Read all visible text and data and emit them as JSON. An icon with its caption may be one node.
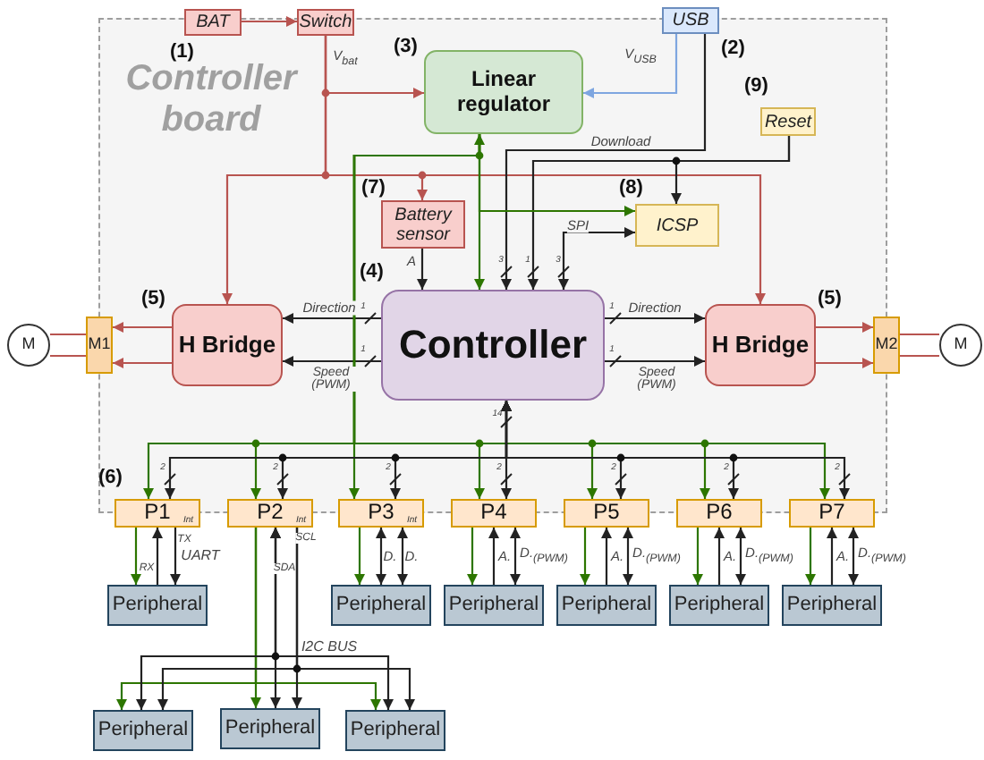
{
  "diagram": {
    "nodes": [
      {
        "text": [
          "Controller board"
        ]
      },
      {
        "text": [
          "BAT"
        ],
        "beside": [
          "(1)"
        ]
      },
      {
        "text": [
          "Switch"
        ]
      },
      {
        "text": [
          "USB"
        ],
        "beside": [
          "(2)"
        ]
      },
      {
        "text": [
          "Linear regulator"
        ],
        "in": 0,
        "beside": [
          "(3)"
        ]
      },
      {
        "text": [
          "Reset"
        ],
        "in": 0,
        "beside": [
          "(9)"
        ]
      },
      {
        "text": [
          "Battery sensor"
        ],
        "in": 0,
        "beside": [
          "(7)"
        ]
      },
      {
        "text": [
          "ICSP"
        ],
        "in": 0,
        "beside": [
          "(8)"
        ]
      },
      {
        "text": [
          "H Bridge"
        ],
        "in": 0,
        "beside": [
          "(5)"
        ]
      },
      {
        "text": [
          "Controller"
        ],
        "in": 0,
        "beside": [
          "(4)"
        ]
      },
      {
        "text": [
          "H Bridge"
        ],
        "in": 0,
        "beside": [
          "(5)"
        ]
      },
      {
        "text": [
          "M"
        ]
      },
      {
        "text": [
          "M1"
        ]
      },
      {
        "text": [
          "M2"
        ]
      },
      {
        "text": [
          "M"
        ]
      },
      {
        "text": [
          "P1",
          "Int"
        ],
        "beside": [
          "(6)"
        ]
      },
      {
        "text": [
          "P2",
          "Int"
        ]
      },
      {
        "text": [
          "P3",
          "Int"
        ]
      },
      {
        "text": [
          "P4"
        ]
      },
      {
        "text": [
          "P5"
        ]
      },
      {
        "text": [
          "P6"
        ]
      },
      {
        "text": [
          "P7"
        ]
      },
      {
        "text": [
          "Peripheral"
        ]
      },
      {
        "text": [
          "Peripheral"
        ]
      },
      {
        "text": [
          "Peripheral"
        ]
      },
      {
        "text": [
          "Peripheral"
        ]
      },
      {
        "text": [
          "Peripheral"
        ]
      },
      {
        "text": [
          "Peripheral"
        ]
      },
      {
        "text": [
          "Peripheral"
        ]
      },
      {
        "text": [
          "Peripheral"
        ]
      },
      {
        "text": [
          "Peripheral"
        ]
      }
    ],
    "edges": [
      {
        "from": 1,
        "to": 2,
        "arrow": "to",
        "color": "#b85450"
      },
      {
        "from": 2,
        "to": 4,
        "arrow": "to",
        "color": "#b85450",
        "label": "V$_{bat}$"
      },
      {
        "from": 2,
        "to": 6,
        "arrow": "to",
        "color": "#b85450"
      },
      {
        "from": 2,
        "to": 8,
        "arrow": "to",
        "color": "#b85450"
      },
      {
        "from": 2,
        "to": 10,
        "arrow": "to",
        "color": "#b85450"
      },
      {
        "from": 3,
        "to": 4,
        "arrow": "to",
        "color": "#7ea6e0",
        "label": "V$_{USB}$"
      },
      {
        "from": 3,
        "to": 9,
        "arrow": "to",
        "label": "Download"
      },
      {
        "from": 5,
        "to": 9,
        "arrow": "to"
      },
      {
        "from": 5,
        "to": 7,
        "arrow": "to"
      },
      {
        "from": 9,
        "to": 7,
        "arrow": "both",
        "label": "SPI"
      },
      {
        "from": 4,
        "to": 9,
        "arrow": "to",
        "color": "#2d7600"
      },
      {
        "from": 4,
        "to": 7,
        "arrow": "both",
        "color": "#2d7600"
      },
      {
        "from": 6,
        "to": 9,
        "arrow": "to",
        "label": "A"
      },
      {
        "from": 9,
        "to": 8,
        "arrow": "to",
        "label": "Direction"
      },
      {
        "from": 9,
        "to": 8,
        "arrow": "to",
        "label": "Speed (PWM)"
      },
      {
        "from": 9,
        "to": 10,
        "arrow": "to",
        "label": "Direction"
      },
      {
        "from": 9,
        "to": 10,
        "arrow": "to",
        "label": "Speed (PWM)"
      },
      {
        "from": 8,
        "to": 12,
        "arrow": "to",
        "color": "#b85450"
      },
      {
        "from": 8,
        "to": 12,
        "arrow": "to",
        "color": "#b85450"
      },
      {
        "from": 10,
        "to": 13,
        "arrow": "to",
        "color": "#b85450"
      },
      {
        "from": 10,
        "to": 13,
        "arrow": "to",
        "color": "#b85450"
      },
      {
        "from": 12,
        "to": 11,
        "arrow": "none",
        "color": "#b85450"
      },
      {
        "from": 12,
        "to": 11,
        "arrow": "none",
        "color": "#b85450"
      },
      {
        "from": 13,
        "to": 14,
        "arrow": "none",
        "color": "#b85450"
      },
      {
        "from": 13,
        "to": 14,
        "arrow": "none",
        "color": "#b85450"
      },
      {
        "from": 4,
        "to": 15,
        "arrow": "to",
        "color": "#2d7600"
      },
      {
        "from": 4,
        "to": 16,
        "arrow": "to",
        "color": "#2d7600"
      },
      {
        "from": 4,
        "to": 17,
        "arrow": "to",
        "color": "#2d7600"
      },
      {
        "from": 4,
        "to": 18,
        "arrow": "to",
        "color": "#2d7600"
      },
      {
        "from": 4,
        "to": 19,
        "arrow": "to",
        "color": "#2d7600"
      },
      {
        "from": 4,
        "to": 20,
        "arrow": "to",
        "color": "#2d7600"
      },
      {
        "from": 4,
        "to": 21,
        "arrow": "to",
        "color": "#2d7600"
      },
      {
        "from": 9,
        "to": 15,
        "arrow": "both"
      },
      {
        "from": 9,
        "to": 16,
        "arrow": "both"
      },
      {
        "from": 9,
        "to": 17,
        "arrow": "both"
      },
      {
        "from": 9,
        "to": 18,
        "arrow": "both"
      },
      {
        "from": 9,
        "to": 19,
        "arrow": "both"
      },
      {
        "from": 9,
        "to": 20,
        "arrow": "both"
      },
      {
        "from": 9,
        "to": 21,
        "arrow": "both"
      },
      {
        "from": 15,
        "to": 22,
        "arrow": "to",
        "color": "#2d7600"
      },
      {
        "from": 22,
        "to": 15,
        "arrow": "to",
        "label": "RX"
      },
      {
        "from": 15,
        "to": 22,
        "arrow": "to",
        "label": "TX"
      },
      {
        "from": 16,
        "to": 28,
        "arrow": "to",
        "color": "#2d7600"
      },
      {
        "from": 16,
        "to": 29,
        "arrow": "to",
        "color": "#2d7600"
      },
      {
        "from": 16,
        "to": 30,
        "arrow": "to",
        "color": "#2d7600"
      },
      {
        "from": 16,
        "to": 28,
        "arrow": "both"
      },
      {
        "from": 16,
        "to": 29,
        "arrow": "both",
        "label": "SDA"
      },
      {
        "from": 16,
        "to": 30,
        "arrow": "both"
      },
      {
        "from": 16,
        "to": 28,
        "arrow": "to"
      },
      {
        "from": 16,
        "to": 29,
        "arrow": "to",
        "label": "SCL"
      },
      {
        "from": 16,
        "to": 30,
        "arrow": "to"
      },
      {
        "from": 17,
        "to": 23,
        "arrow": "to",
        "color": "#2d7600"
      },
      {
        "from": 17,
        "to": 23,
        "arrow": "both",
        "label": "D."
      },
      {
        "from": 17,
        "to": 23,
        "arrow": "both",
        "label": "D."
      },
      {
        "from": 18,
        "to": 24,
        "arrow": "to",
        "color": "#2d7600"
      },
      {
        "from": 24,
        "to": 18,
        "arrow": "to",
        "label": "A."
      },
      {
        "from": 18,
        "to": 24,
        "arrow": "both",
        "label": "D.$_{(PWM)}$"
      },
      {
        "from": 19,
        "to": 25,
        "arrow": "to",
        "color": "#2d7600"
      },
      {
        "from": 25,
        "to": 19,
        "arrow": "to",
        "label": "A."
      },
      {
        "from": 19,
        "to": 25,
        "arrow": "both",
        "label": "D.$_{(PWM)}$"
      },
      {
        "from": 20,
        "to": 26,
        "arrow": "to",
        "color": "#2d7600"
      },
      {
        "from": 26,
        "to": 20,
        "arrow": "to",
        "label": "A."
      },
      {
        "from": 20,
        "to": 26,
        "arrow": "both",
        "label": "D.$_{(PWM)}$"
      },
      {
        "from": 21,
        "to": 27,
        "arrow": "to",
        "color": "#2d7600"
      },
      {
        "from": 27,
        "to": 21,
        "arrow": "to",
        "label": "A."
      },
      {
        "from": 21,
        "to": 27,
        "arrow": "both",
        "label": "D.$_{(PWM)}$"
      }
    ],
    "labels": [
      "3",
      "1",
      "3",
      "1",
      "1",
      "1",
      "1",
      "14",
      "2",
      "2",
      "2",
      "2",
      "2",
      "2",
      "2",
      "UART",
      "I2C BUS"
    ]
  }
}
